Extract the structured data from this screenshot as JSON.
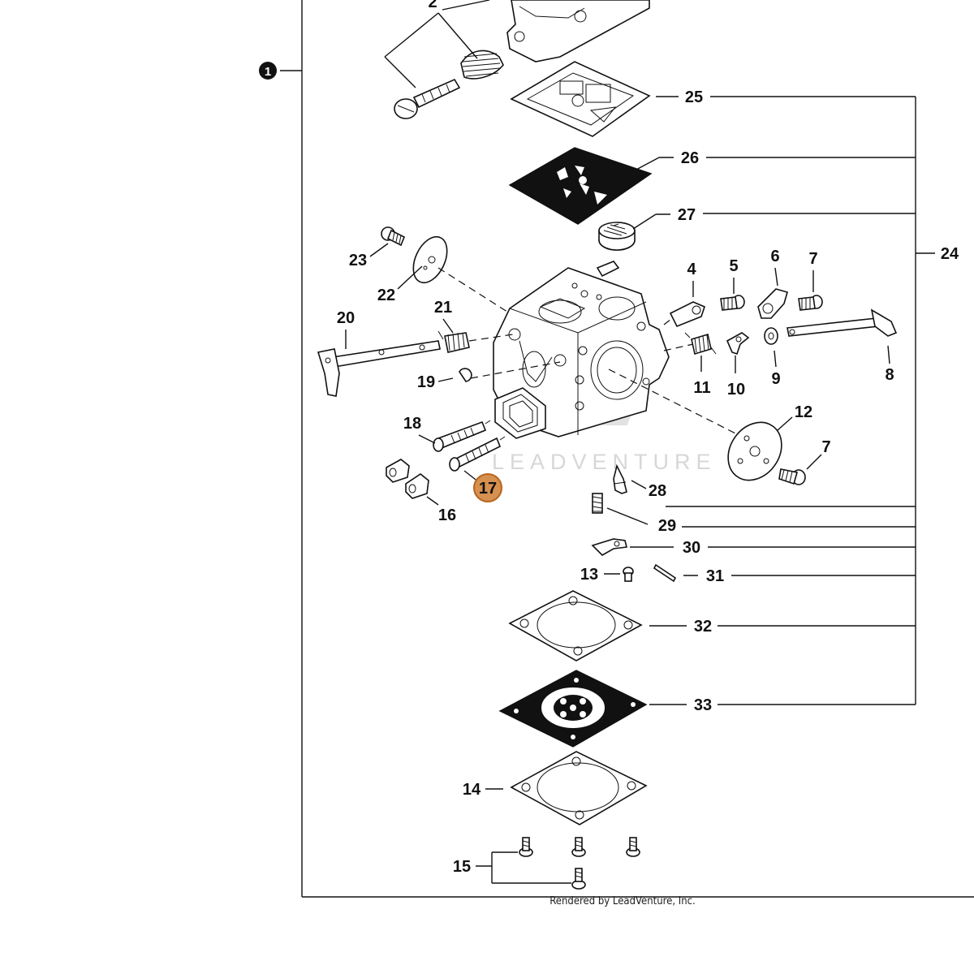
{
  "callouts": {
    "assembly": "1",
    "c2": "2",
    "c4": "4",
    "c5": "5",
    "c6": "6",
    "c7a": "7",
    "c7b": "7",
    "c8": "8",
    "c9": "9",
    "c10": "10",
    "c11": "11",
    "c12": "12",
    "c13": "13",
    "c14": "14",
    "c15": "15",
    "c16": "16",
    "c17": "17",
    "c18": "18",
    "c19": "19",
    "c20": "20",
    "c21": "21",
    "c22": "22",
    "c23": "23",
    "c24": "24",
    "c25": "25",
    "c26": "26",
    "c27": "27",
    "c28": "28",
    "c29": "29",
    "c30": "30",
    "c31": "31",
    "c32": "32",
    "c33": "33"
  },
  "highlight": {
    "part": "17",
    "color": "#d6904f",
    "stroke": "#b5651d"
  },
  "watermark": "LEADVENTURE",
  "footer": "Rendered by LeadVenture, Inc."
}
